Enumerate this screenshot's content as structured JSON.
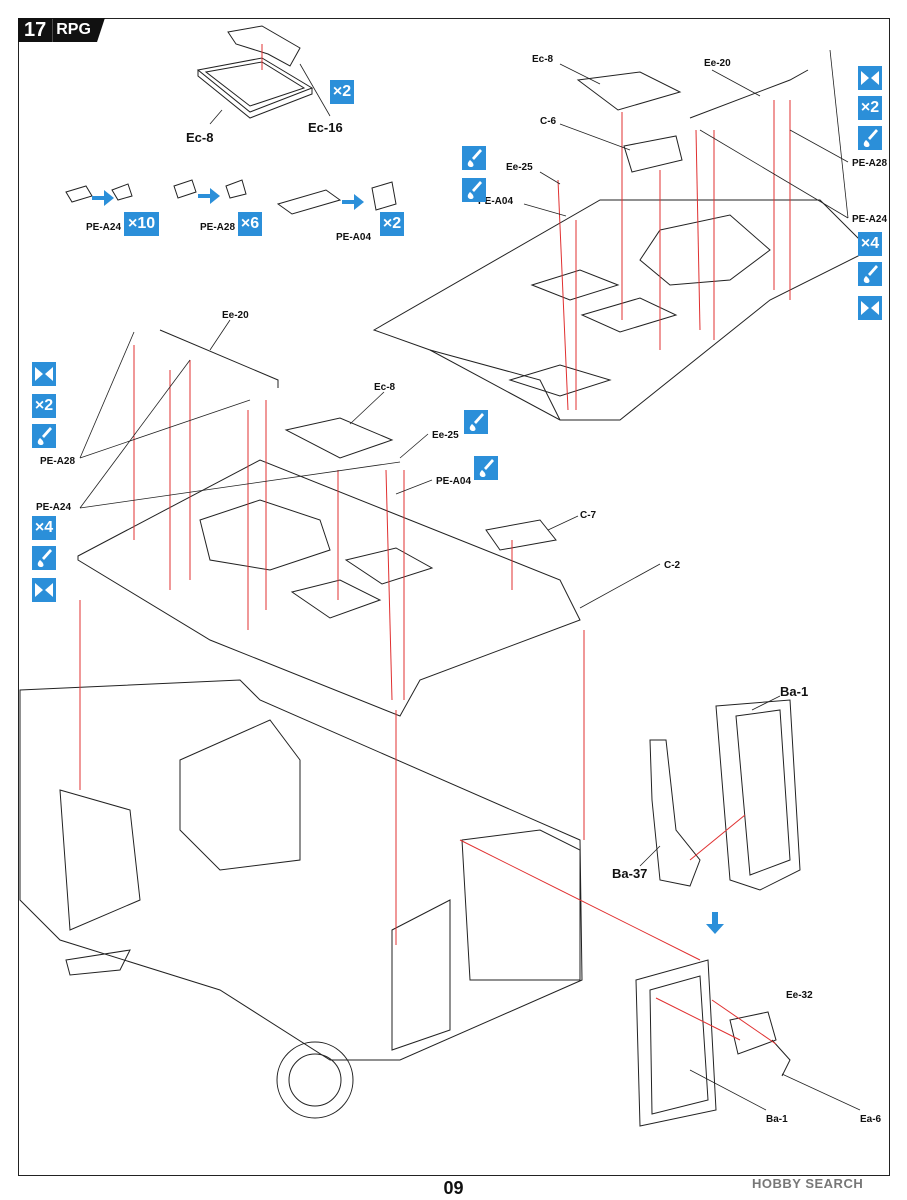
{
  "header": {
    "step": "17",
    "brand": "RPG"
  },
  "page_number": "09",
  "watermark": "HOBBY SEARCH",
  "colors": {
    "accent_blue": "#2b8fd9",
    "guide_red": "#e03030"
  },
  "top_parts": {
    "ec8": "Ec-8",
    "ec16": "Ec-16",
    "qty": "×2"
  },
  "pe_prep": {
    "a24": "PE-A24",
    "a24_qty": "×10",
    "a28": "PE-A28",
    "a28_qty": "×6",
    "a04": "PE-A04",
    "a04_qty": "×2"
  },
  "right_roof": {
    "ec8": "Ec-8",
    "ee20": "Ee-20",
    "c6": "C-6",
    "ee25": "Ee-25",
    "pea04": "PE-A04",
    "pea28": "PE-A28",
    "pea24": "PE-A24",
    "qty2": "×2",
    "qty4": "×4"
  },
  "left_roof": {
    "ee20": "Ee-20",
    "ec8": "Ec-8",
    "ee25": "Ee-25",
    "pea04": "PE-A04",
    "pea28": "PE-A28",
    "pea24": "PE-A24",
    "c7": "C-7",
    "c2": "C-2",
    "qty2": "×2",
    "qty4": "×4"
  },
  "door": {
    "ba1": "Ba-1",
    "ba37": "Ba-37",
    "ba1b": "Ba-1",
    "ee32": "Ee-32",
    "ea6": "Ea-6"
  }
}
